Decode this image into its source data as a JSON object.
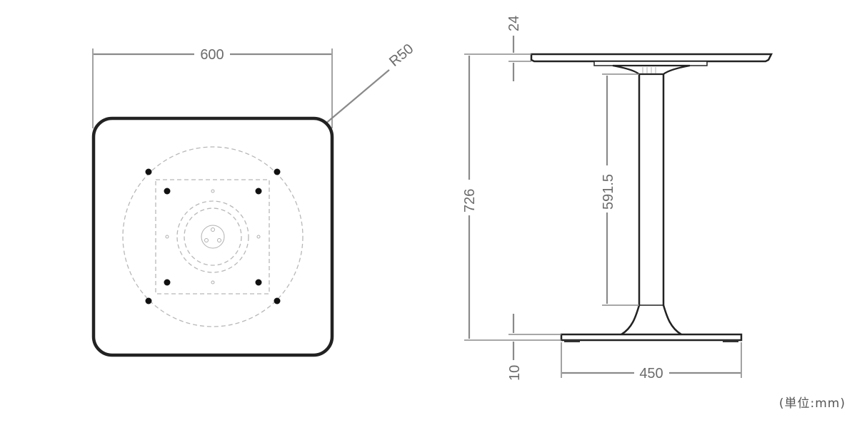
{
  "top_view": {
    "width_label": "600",
    "radius_label": "R50"
  },
  "side_view": {
    "top_thickness_label": "24",
    "total_height_label": "726",
    "column_height_label": "591.5",
    "base_thickness_label": "10",
    "base_width_label": "450"
  },
  "unit_note": "(単位:mm)",
  "colors": {
    "outline": "#222222",
    "dimension": "#8a8a8a",
    "hidden_line": "#b8b8b8"
  }
}
